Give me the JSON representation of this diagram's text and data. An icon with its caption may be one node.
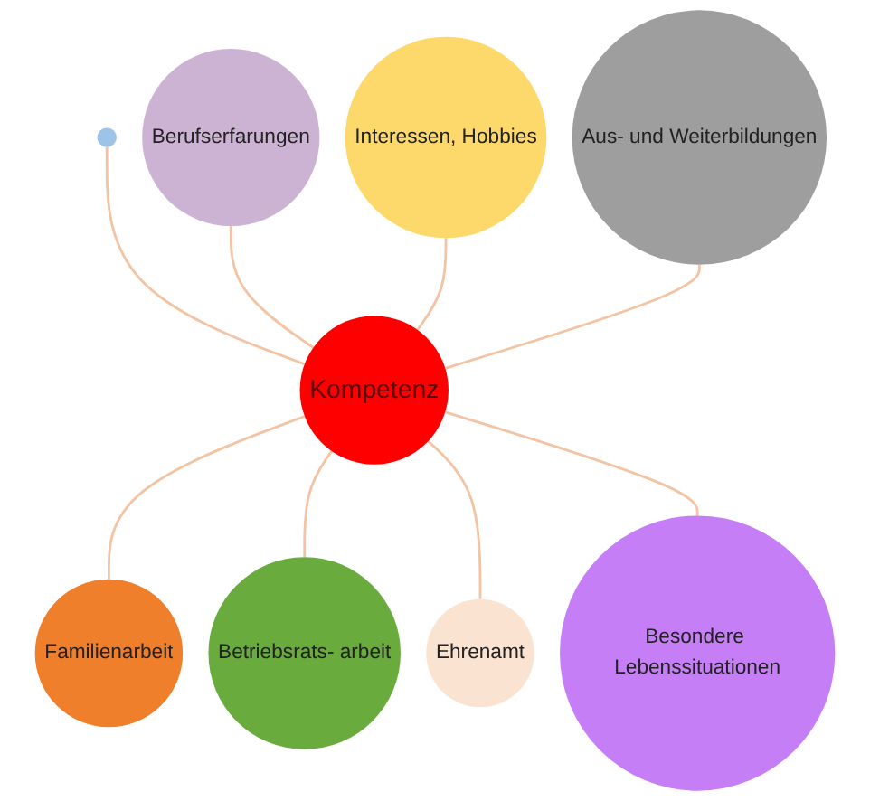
{
  "diagram": {
    "nodes": [
      {
        "text": [
          "Interessen, Hobbies"
        ]
      },
      {
        "text": [
          "Berufserfarungen"
        ]
      },
      {
        "text": [
          "Aus- und Weiterbildungen"
        ]
      },
      {
        "text": [],
        "shape": "circle"
      },
      {
        "text": [
          "Kompetenz"
        ]
      },
      {
        "text": [
          "Besondere Lebenssituationen"
        ]
      },
      {
        "text": [
          "Familienarbeit"
        ]
      },
      {
        "text": [
          "Ehrenamt"
        ]
      },
      {
        "text": [
          "Betriebsrats- arbeit"
        ]
      }
    ],
    "edges": [
      {
        "from": 3,
        "to": 4,
        "arrow": "none"
      },
      {
        "from": 1,
        "to": 4,
        "arrow": "none"
      },
      {
        "from": 0,
        "to": 4,
        "arrow": "none"
      },
      {
        "from": 2,
        "to": 4,
        "arrow": "none"
      },
      {
        "from": 4,
        "to": 6,
        "arrow": "none"
      },
      {
        "from": 4,
        "to": 8,
        "arrow": "none"
      },
      {
        "from": 4,
        "to": 7,
        "arrow": "none"
      },
      {
        "from": 4,
        "to": 5,
        "arrow": "none"
      }
    ]
  }
}
